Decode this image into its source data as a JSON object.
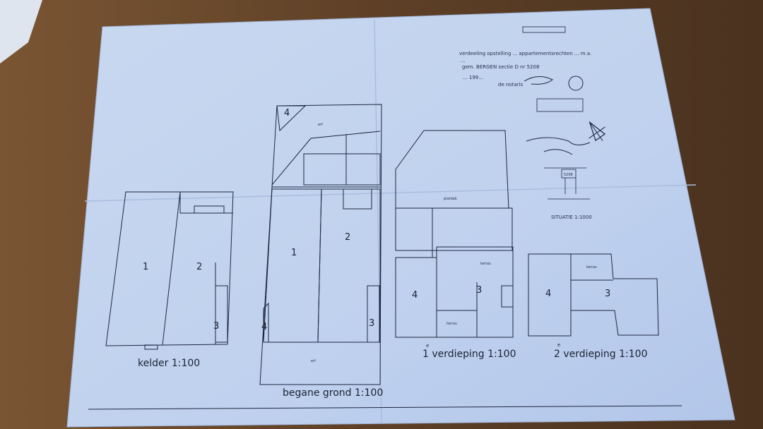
{
  "colors": {
    "paper": "#c7d6ee",
    "line": "#1e2740",
    "wood": "#6b4a2c"
  },
  "header": {
    "line1": "verdeeling opstelling ... appartementsrechten ... m.a.",
    "line2": "...",
    "line3": "gem. BERGEN sectie D nr 5208",
    "line4": "... 199...",
    "notary": "de notaris"
  },
  "plans": {
    "kelder": {
      "caption": "kelder 1:100",
      "labels": [
        "1",
        "2",
        "3"
      ]
    },
    "begane": {
      "caption": "begane grond 1:100",
      "labels": [
        "4",
        "1",
        "2",
        "4",
        "3"
      ],
      "tags": [
        "erf",
        "erf"
      ]
    },
    "v1": {
      "sup": "e",
      "caption": "1 verdieping 1:100",
      "labels": [
        "4",
        "3"
      ],
      "tags": [
        "platdak",
        "terras",
        "terras"
      ]
    },
    "v2": {
      "sup": "e",
      "caption": "2 verdieping 1:100",
      "labels": [
        "4",
        "3"
      ],
      "tags": [
        "terras"
      ]
    }
  },
  "situatie": {
    "caption": "SITUATIE 1:1000",
    "code": "5208"
  },
  "icons": {
    "stamp": "stamp-icon",
    "north": "north-arrow-icon",
    "signature": "signature-icon"
  }
}
